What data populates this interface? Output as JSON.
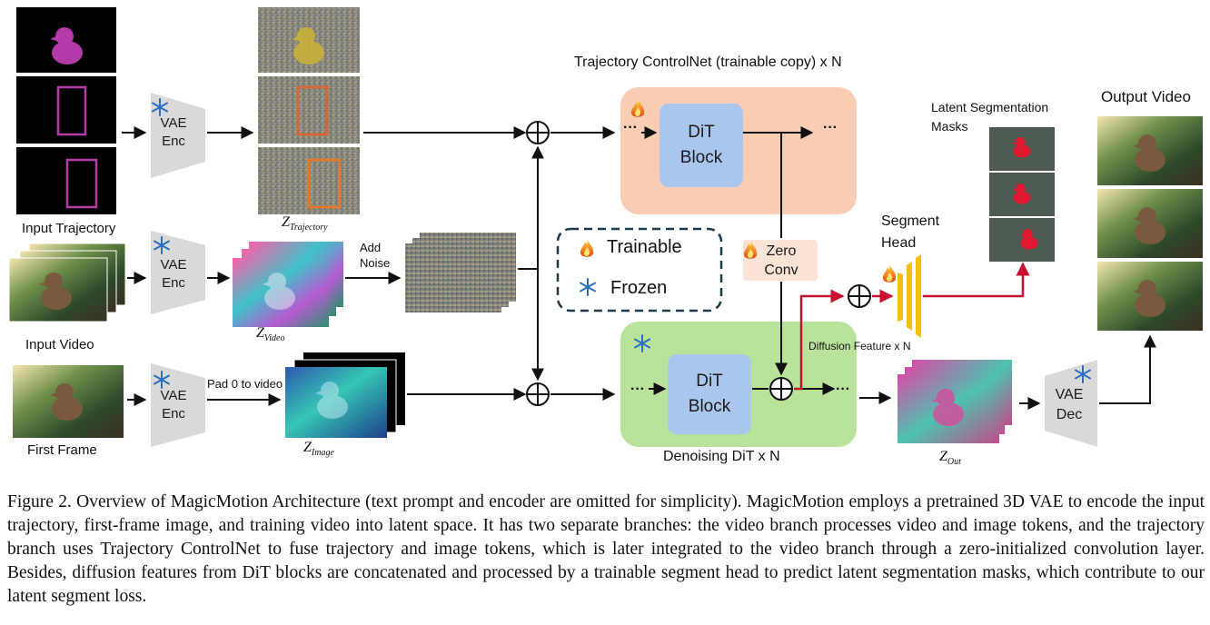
{
  "labels": {
    "input_trajectory": "Input Trajectory",
    "input_video": "Input Video",
    "first_frame": "First Frame",
    "vae_enc_1": "VAE\nEnc",
    "vae_enc_2": "VAE\nEnc",
    "vae_enc_3": "VAE\nEnc",
    "vae_dec": "VAE\nDec",
    "z_trajectory": "Z",
    "z_trajectory_sub": "Trajectory",
    "z_video": "Z",
    "z_video_sub": "Video",
    "z_image": "Z",
    "z_image_sub": "Image",
    "z_out": "Z",
    "z_out_sub": "Out",
    "add_noise": "Add\nNoise",
    "pad_video": "Pad 0 to video",
    "controlnet_title": "Trajectory ControlNet (trainable copy) x N",
    "dit_block_top": "DiT\nBlock",
    "dit_block_bottom": "DiT\nBlock",
    "denoising_title": "Denoising DiT x N",
    "zero_conv": "Zero\nConv",
    "segment_head": "Segment\nHead",
    "diffusion_feature": "Diffusion Feature x N",
    "latent_seg_masks": "Latent Segmentation\nMasks",
    "output_video": "Output Video",
    "ellipsis": "···"
  },
  "legend": {
    "trainable": "Trainable",
    "frozen": "Frozen"
  },
  "icons": {
    "trainable_icon": "fire-icon",
    "frozen_icon": "snowflake-icon"
  },
  "colors": {
    "controlnet_bg": "#f8cdb3",
    "denoising_bg": "#b9e39a",
    "dit_block": "#a9c7ec",
    "zero_conv_bg": "#fbe3d6",
    "seg_head": "#f2c010",
    "red_arrow": "#c8102e",
    "vae": "#d9d9d9"
  },
  "caption": "Figure 2. Overview of MagicMotion Architecture (text prompt and encoder are omitted for simplicity). MagicMotion employs a pretrained 3D VAE to encode the input trajectory, first-frame image, and training video into latent space. It has two separate branches: the video branch processes video and image tokens, and the trajectory branch uses Trajectory ControlNet to fuse trajectory and image tokens, which is later integrated to the video branch through a zero-initialized convolution layer. Besides, diffusion features from DiT blocks are concatenated and processed by a trainable segment head to predict latent segmentation masks, which contribute to our latent segment loss."
}
